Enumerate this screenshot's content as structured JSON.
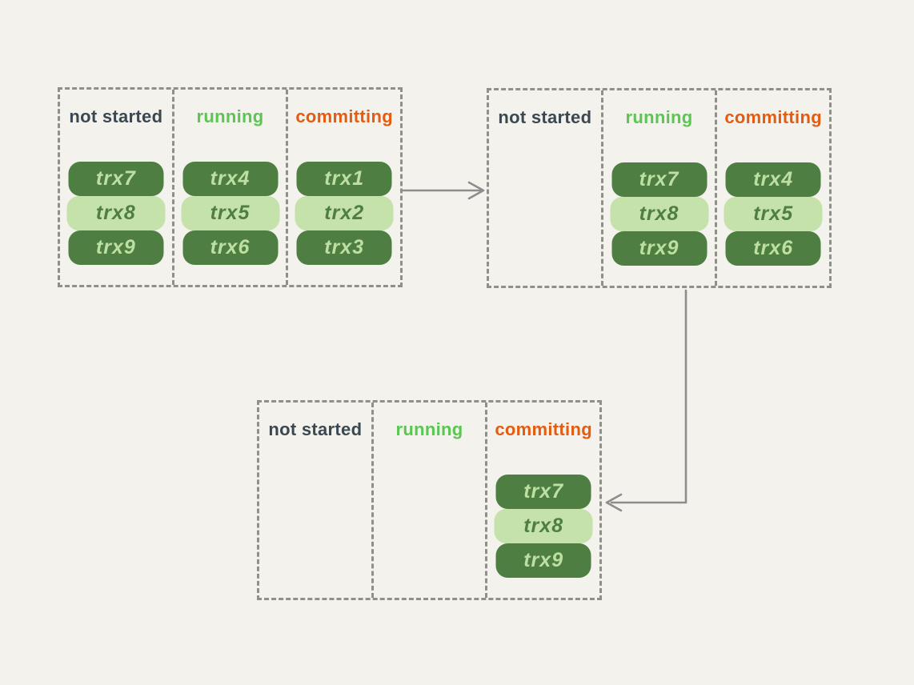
{
  "colors": {
    "background": "#f3f2ec",
    "panel_border": "#90908a",
    "arrow": "#8d8d8d",
    "pill_dark_bg": "#4f7e43",
    "pill_dark_text": "#bde0a2",
    "pill_light_bg": "#c5e2ab",
    "pill_light_text": "#4f7e43",
    "label_not_started": "#3b4851",
    "label_running": "#5bc653",
    "label_committing": "#e45c12"
  },
  "panels": [
    {
      "name": "initial-state",
      "columns": [
        {
          "state": "not-started",
          "label": "not started",
          "pills": [
            {
              "text": "trx7",
              "variant": "dark"
            },
            {
              "text": "trx8",
              "variant": "light"
            },
            {
              "text": "trx9",
              "variant": "dark"
            }
          ]
        },
        {
          "state": "running",
          "label": "running",
          "pills": [
            {
              "text": "trx4",
              "variant": "dark"
            },
            {
              "text": "trx5",
              "variant": "light"
            },
            {
              "text": "trx6",
              "variant": "dark"
            }
          ]
        },
        {
          "state": "committing",
          "label": "committing",
          "pills": [
            {
              "text": "trx1",
              "variant": "dark"
            },
            {
              "text": "trx2",
              "variant": "light"
            },
            {
              "text": "trx3",
              "variant": "dark"
            }
          ]
        }
      ]
    },
    {
      "name": "after-first-commit",
      "columns": [
        {
          "state": "not-started",
          "label": "not started",
          "pills": []
        },
        {
          "state": "running",
          "label": "running",
          "pills": [
            {
              "text": "trx7",
              "variant": "dark"
            },
            {
              "text": "trx8",
              "variant": "light"
            },
            {
              "text": "trx9",
              "variant": "dark"
            }
          ]
        },
        {
          "state": "committing",
          "label": "committing",
          "pills": [
            {
              "text": "trx4",
              "variant": "dark"
            },
            {
              "text": "trx5",
              "variant": "light"
            },
            {
              "text": "trx6",
              "variant": "dark"
            }
          ]
        }
      ]
    },
    {
      "name": "final-state",
      "columns": [
        {
          "state": "not-started",
          "label": "not started",
          "pills": []
        },
        {
          "state": "running",
          "label": "running",
          "pills": []
        },
        {
          "state": "committing",
          "label": "committing",
          "pills": [
            {
              "text": "trx7",
              "variant": "dark"
            },
            {
              "text": "trx8",
              "variant": "light"
            },
            {
              "text": "trx9",
              "variant": "dark"
            }
          ]
        }
      ]
    }
  ],
  "arrows": [
    {
      "name": "initial-to-after-first-commit",
      "direction": "right"
    },
    {
      "name": "after-first-commit-to-final",
      "direction": "down-then-left"
    }
  ]
}
